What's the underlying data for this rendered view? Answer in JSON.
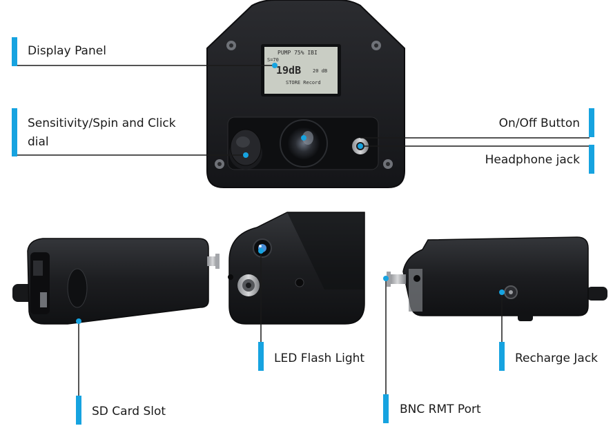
{
  "colors": {
    "accent_bar": "#16a3e0",
    "leader_line": "#1a1a1a",
    "device_body": "#1e1f22",
    "lcd_screen": "#c9cdc4"
  },
  "labels": {
    "display_panel": "Display Panel",
    "sensitivity_dial": "Sensitivity/Spin and Click dial",
    "on_off_button": "On/Off Button",
    "headphone_jack": "Headphone jack",
    "led_flash_light": "LED Flash Light",
    "recharge_jack": "Recharge Jack",
    "sd_card_slot": "SD Card Slot",
    "bnc_rmt_port": "BNC RMT Port"
  },
  "lcd": {
    "line1": "PUMP 75% IBI",
    "line2": "S=70",
    "level_value": "19dB",
    "level_small": "20 dB",
    "footer": "STORE Record"
  }
}
